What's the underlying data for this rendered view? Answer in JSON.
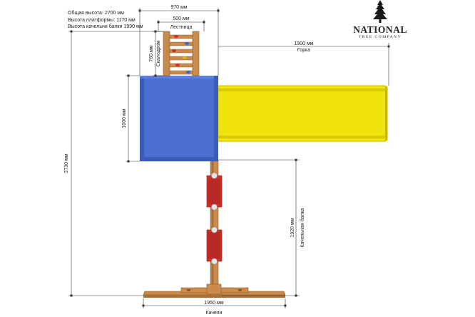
{
  "specs": {
    "total_height": "Общая высота: 2700 мм",
    "platform_height": "Высота платформы: 1170 мм",
    "swing_beam_height": "Высота качельни балки 1990 мм"
  },
  "logo": {
    "name": "NATIONAL",
    "tagline": "TREE COMPANY",
    "icon": "tree-icon"
  },
  "dimensions": {
    "overall_width": "970 мм",
    "ladder_width": "500 мм",
    "ladder_label": "Лестница",
    "climber_length": "760 мм",
    "climber_label": "Скалодром",
    "slide_length": "1900 мм",
    "slide_label": "Горка",
    "platform_depth": "1000 мм",
    "total_length": "3730 мм",
    "beam_length": "1920 мм",
    "beam_label": "Качельная балка",
    "swing_width": "1950 мм",
    "swing_label": "Качели"
  },
  "colors": {
    "platform": "#4a6fd0",
    "platform_shade": "#3a5bb8",
    "slide": "#f1e40e",
    "slide_shade": "#d8c900",
    "wood": "#c98a4b",
    "wood_dark": "#8f5a2a",
    "red": "#c9302c",
    "dim_line": "#333333"
  }
}
